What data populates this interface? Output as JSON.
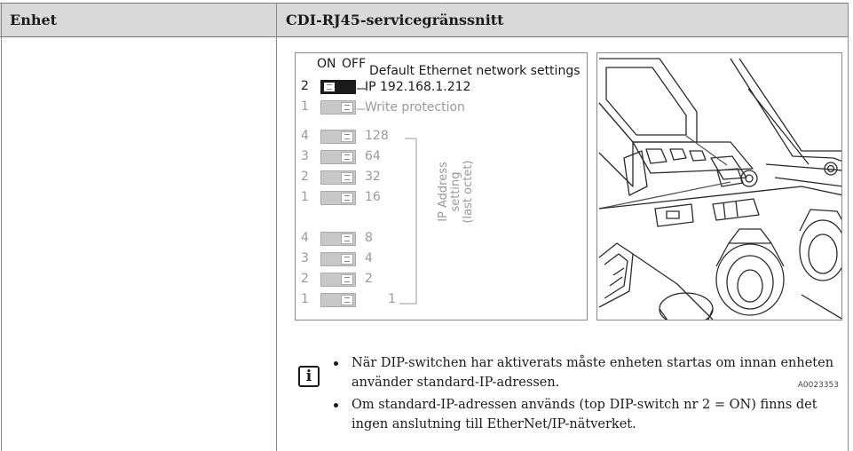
{
  "table": {
    "header": {
      "col1": "Enhet",
      "col2": "CDI-RJ45-servicegränssnitt"
    }
  },
  "figure": {
    "id": "A0023353",
    "dip": {
      "on_label": "ON",
      "off_label": "OFF",
      "default_title": "Default Ethernet network settings",
      "ip_label": "IP 192.168.1.212",
      "write_protection": "Write protection",
      "ip_setting_label": [
        "IP Address",
        "setting",
        "(last octet)"
      ],
      "top_switches": [
        {
          "num": "2",
          "state": "on"
        },
        {
          "num": "1",
          "state": "off"
        }
      ],
      "octet_switches": [
        {
          "num": "4",
          "value": "128"
        },
        {
          "num": "3",
          "value": "64"
        },
        {
          "num": "2",
          "value": "32"
        },
        {
          "num": "1",
          "value": "16"
        },
        {
          "num": "4",
          "value": "8"
        },
        {
          "num": "3",
          "value": "4"
        },
        {
          "num": "2",
          "value": "2"
        },
        {
          "num": "1",
          "value": "1"
        }
      ]
    }
  },
  "note": {
    "icon": "info-icon",
    "bullets": [
      "När DIP-switchen har aktiverats måste enheten startas om innan enheten använder standard-IP-adressen.",
      "Om standard-IP-adressen används (top DIP-switch nr 2 = ON) finns det ingen anslutning till EtherNet/IP-nätverket."
    ]
  }
}
